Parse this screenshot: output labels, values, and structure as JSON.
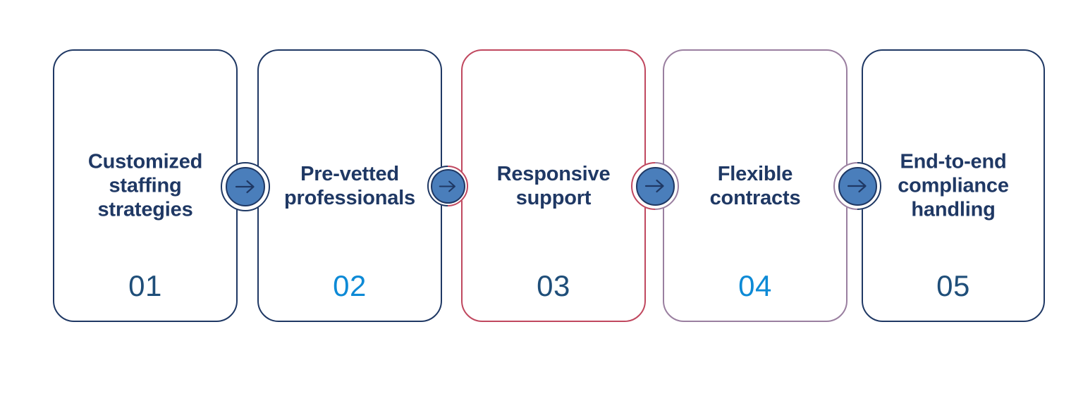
{
  "diagram": {
    "type": "process-flow",
    "orientation": "horizontal",
    "step_count": 5,
    "background": "#ffffff",
    "title_color": "#1f3864",
    "arrow_fill": "#4a7ebb",
    "arrow_stroke": "#1f3864",
    "connector_icon": "arrow-right-icon",
    "connector_count": 4
  },
  "steps": [
    {
      "id": "step-1",
      "title": "Customized staffing strategies",
      "number": "01",
      "border_color": "#1f3864",
      "number_color": "#1f4e79"
    },
    {
      "id": "step-2",
      "title": "Pre-vetted professionals",
      "number": "02",
      "border_color": "#1f3864",
      "number_color": "#0d8ad6"
    },
    {
      "id": "step-3",
      "title": "Responsive support",
      "number": "03",
      "border_color": "#c0485f",
      "number_color": "#1f4e79"
    },
    {
      "id": "step-4",
      "title": "Flexible contracts",
      "number": "04",
      "border_color": "#9a7fa0",
      "number_color": "#0d8ad6"
    },
    {
      "id": "step-5",
      "title": "End-to-end compliance handling",
      "number": "05",
      "border_color": "#1f3864",
      "number_color": "#1f4e79"
    }
  ],
  "connectors": [
    {
      "id": "connector-1-2",
      "icon": "arrow-right-icon",
      "left_color": "#1f3864",
      "right_color": "#1f3864"
    },
    {
      "id": "connector-2-3",
      "icon": "arrow-right-icon",
      "left_color": "#1f3864",
      "right_color": "#c0485f"
    },
    {
      "id": "connector-3-4",
      "icon": "arrow-right-icon",
      "left_color": "#c0485f",
      "right_color": "#9a7fa0"
    },
    {
      "id": "connector-4-5",
      "icon": "arrow-right-icon",
      "left_color": "#9a7fa0",
      "right_color": "#1f3864"
    }
  ]
}
